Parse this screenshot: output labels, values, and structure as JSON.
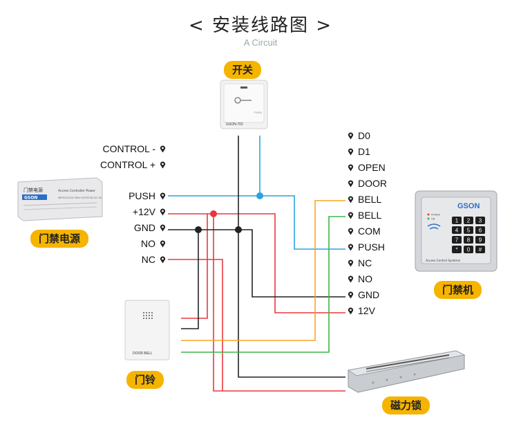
{
  "header": {
    "title": "< 安装线路图 >",
    "subtitle": "A Circuit"
  },
  "devices": {
    "switch": {
      "tag": "开关",
      "model": "GSON-702",
      "text": "PUSH",
      "icon": "key-icon"
    },
    "power": {
      "tag": "门禁电源",
      "brand_cn": "门禁电源",
      "brand": "GSON",
      "model": "Access Controller Power",
      "small": "INPUT:AC220V 50Hz OUTPUT:DC12V 3A"
    },
    "keypad": {
      "tag": "门禁机",
      "brand": "GSON",
      "power_label": "POWER",
      "on_label": "ON",
      "footer": "Access Control Systems",
      "keys": [
        "1",
        "2",
        "3",
        "4",
        "5",
        "6",
        "7",
        "8",
        "9",
        "*",
        "0",
        "#"
      ]
    },
    "doorbell": {
      "tag": "门铃",
      "label": "DOOR BELL"
    },
    "maglock": {
      "tag": "磁力锁"
    }
  },
  "left_terminals": [
    "CONTROL -",
    "CONTROL +",
    "PUSH",
    "+12V",
    "GND",
    "NO",
    "NC"
  ],
  "right_terminals": [
    "D0",
    "D1",
    "OPEN",
    "DOOR",
    "BELL",
    "BELL",
    "COM",
    "PUSH",
    "NC",
    "NO",
    "GND",
    "12V"
  ],
  "colors": {
    "blue": "#29a3e0",
    "red": "#e8383d",
    "black": "#222222",
    "orange": "#f5a623",
    "green": "#3bb54a",
    "tag": "#f5b400"
  }
}
